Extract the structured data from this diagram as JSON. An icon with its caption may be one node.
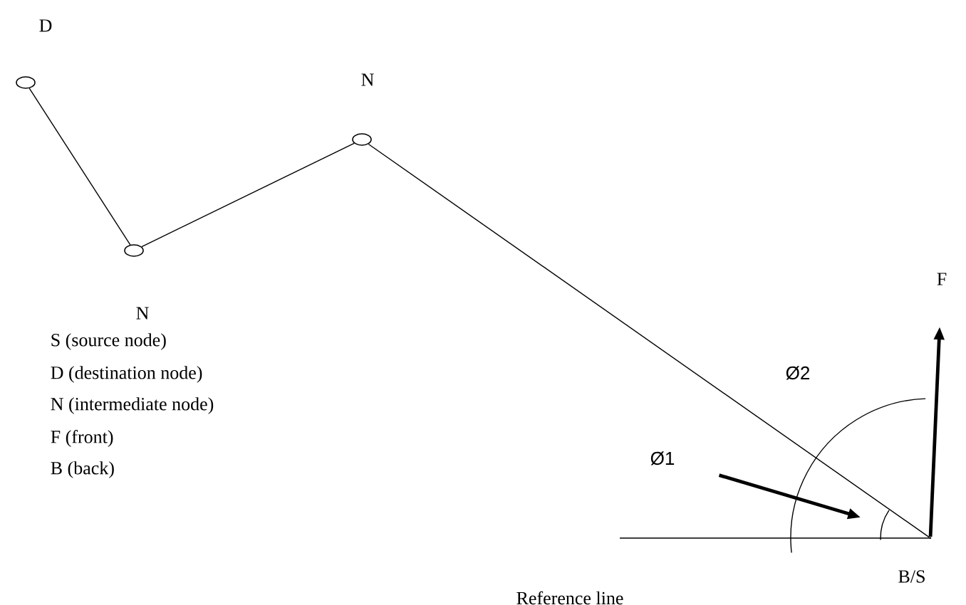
{
  "diagram": {
    "nodes": [
      {
        "text": [],
        "shape": "circle",
        "beside": [
          "D"
        ]
      },
      {
        "text": [],
        "shape": "circle",
        "beside": [
          "N"
        ]
      },
      {
        "text": [],
        "shape": "circle",
        "beside": [
          "N"
        ]
      },
      {
        "text": [],
        "shape": "point",
        "beside": [
          "B/S"
        ]
      },
      {
        "text": [
          "F"
        ]
      },
      {
        "text": [
          "Ø1"
        ]
      }
    ],
    "edges": [
      {
        "from": 0,
        "to": 1,
        "arrow": "none"
      },
      {
        "from": 1,
        "to": 2,
        "arrow": "none"
      },
      {
        "from": 2,
        "to": 3,
        "arrow": "none"
      },
      {
        "from": 3,
        "to": 4,
        "arrow": "to",
        "style": "thick"
      },
      {
        "from": 5,
        "to": 3,
        "arrow": "to",
        "style": "thick"
      }
    ],
    "labels": [
      "Ø2",
      "S (source node)",
      "D (destination node)",
      "N (intermediate node)",
      "F (front)",
      "B (back)",
      "Reference line"
    ]
  }
}
